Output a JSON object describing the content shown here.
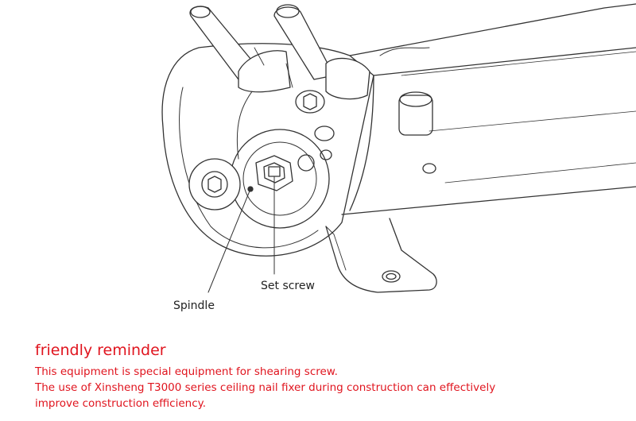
{
  "diagram": {
    "labels": {
      "set_screw": "Set screw",
      "spindle": "Spindle"
    }
  },
  "reminder": {
    "title": "friendly reminder",
    "lines": [
      "This equipment is special equipment for shearing screw.",
      "The use of Xinsheng T3000 series ceiling nail fixer during construction can effectively",
      "improve construction efficiency."
    ]
  }
}
